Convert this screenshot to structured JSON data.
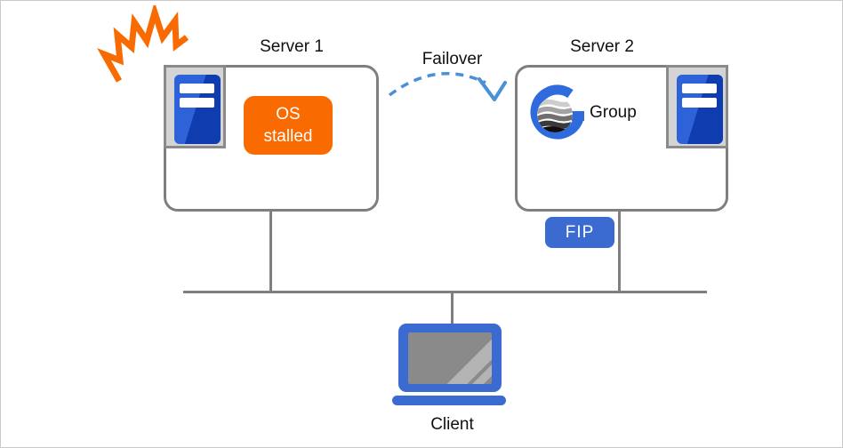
{
  "colors": {
    "accent_orange": "#f96b00",
    "accent_blue": "#3b6bd1",
    "arrow_blue": "#4a90d9",
    "line_gray": "#7f7f7f",
    "logo_blue": "#2f6bdc",
    "tower_blue_light": "#2e62d9",
    "tower_blue_dark": "#0f3db0",
    "screen_gray": "#8a8a8a"
  },
  "server1": {
    "title": "Server 1",
    "status_badge": "OS stalled"
  },
  "server2": {
    "title": "Server 2",
    "group": {
      "label": "Group"
    },
    "fip": {
      "label": "FIP"
    }
  },
  "failover_arrow": {
    "label": "Failover"
  },
  "client": {
    "label": "Client"
  }
}
